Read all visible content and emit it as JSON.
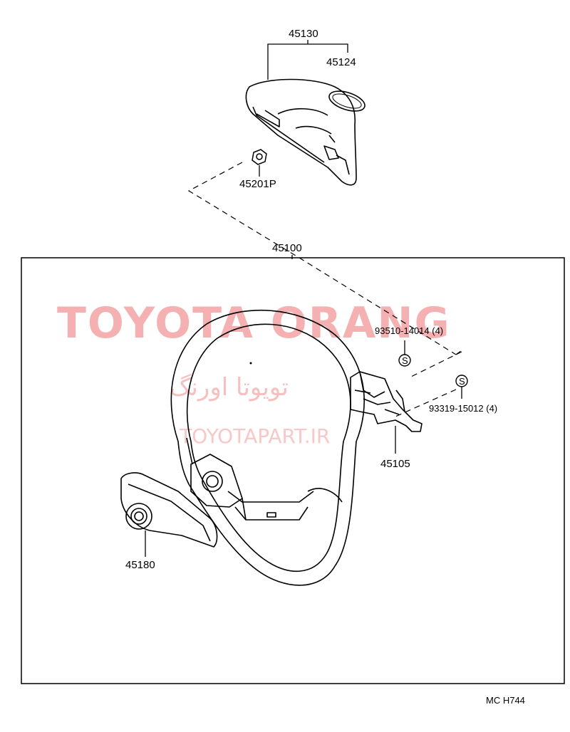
{
  "labels": {
    "p45130": "45130",
    "p45124": "45124",
    "p45201p": "45201P",
    "p45100": "45100",
    "p93510": "93510-14014 (4)",
    "p93319": "93319-15012 (4)",
    "p45105": "45105",
    "p45180": "45180"
  },
  "watermark": {
    "brand": "TOYOTA ORANG",
    "persian": "تویوتا اورنگ",
    "url": "TOYOTAPART.IR"
  },
  "footer": {
    "code": "MC  H744"
  },
  "symbols": {
    "s1": "S",
    "s2": "S"
  }
}
